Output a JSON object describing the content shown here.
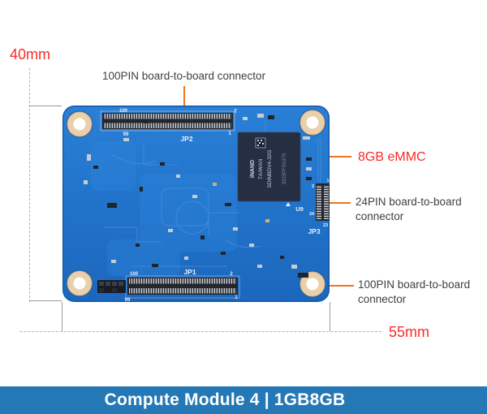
{
  "annotations": {
    "height_dim": "40mm",
    "width_dim": "55mm",
    "top_connector": "100PIN board-to-board connector",
    "emmc": "8GB eMMC",
    "side_connector": "24PIN board-to-board\nconnector",
    "bottom_connector": "100PIN board-to-board\nconnector"
  },
  "board": {
    "jp2": {
      "label": "JP2",
      "pin_top_left": "100",
      "pin_top_right": "2",
      "pin_bottom_left": "99",
      "pin_bottom_right": "1"
    },
    "jp1": {
      "label": "JP1",
      "pin_top_left": "100",
      "pin_top_right": "2",
      "pin_bottom_left": "99",
      "pin_bottom_right": "1"
    },
    "jp3": {
      "label": "JP3",
      "pin_top_left": "2",
      "pin_top_right": "1",
      "pin_left": "24",
      "pin_bottom": "23"
    },
    "u9_label": "U9",
    "emmc_chip": {
      "line1": "iNAND",
      "line2": "TAIWAN",
      "line3": "SDINBDV4-32G",
      "line4": "3225PF0A375"
    }
  },
  "footer": {
    "title": "Compute Module 4 | 1GB8GB"
  },
  "colors": {
    "callout_orange": "#ee7522",
    "dimension_red": "#fb2a2a",
    "pcb_blue": "#1f72c9",
    "footer_blue": "#2478b5"
  }
}
